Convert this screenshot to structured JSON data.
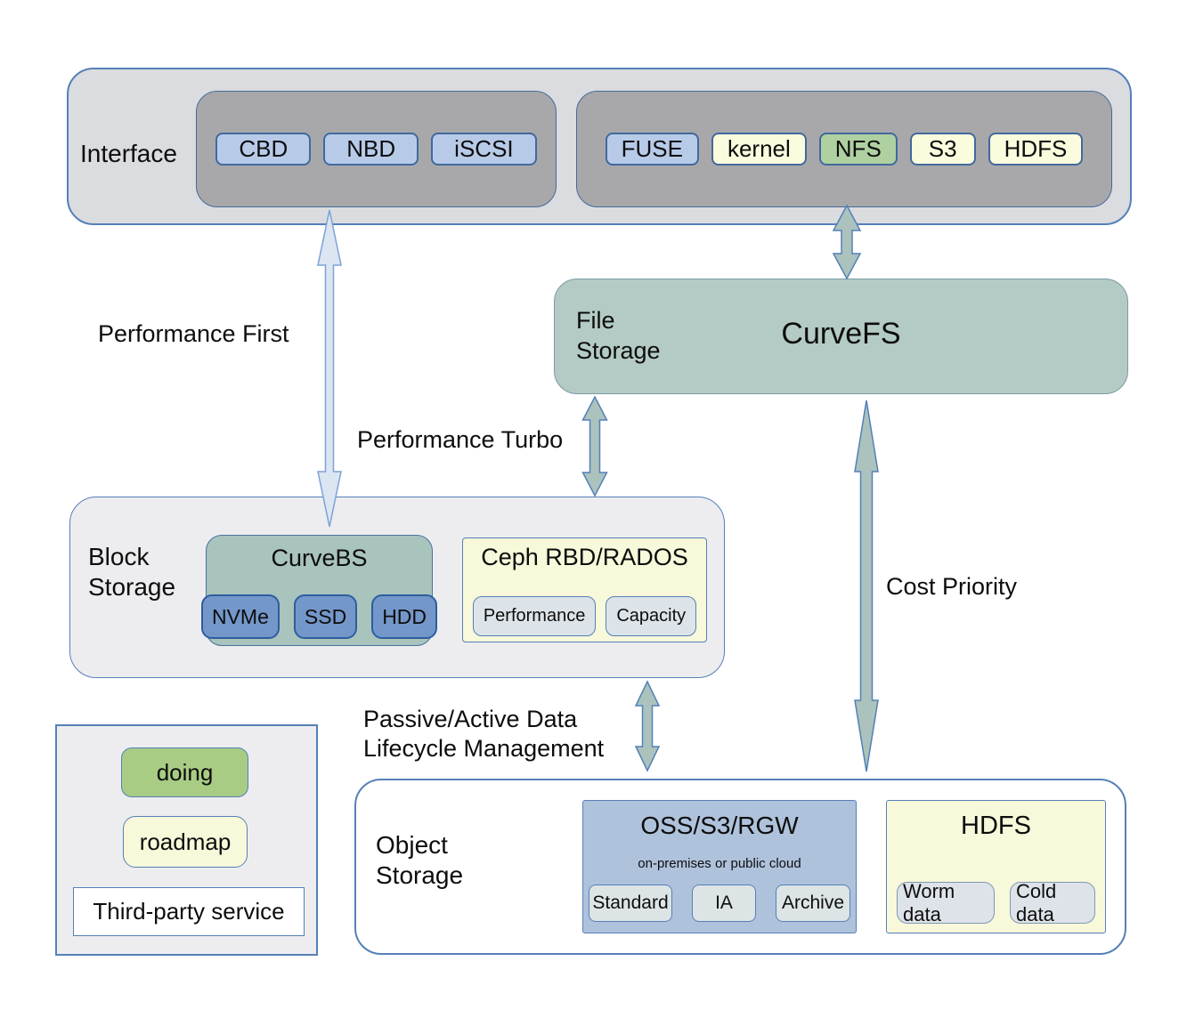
{
  "colors": {
    "doing_green": "#a8cc84",
    "roadmap_yellow": "#f8f8da",
    "third_party_white": "#ffffff",
    "curve_teal": "#b4cbc5",
    "interface_chip_blue": "#b7cbe9",
    "disk_chip_blue": "#7497ca",
    "oss_panel_blue": "#afc2dc",
    "arrow_green": "#abc2bd",
    "arrow_light_blue": "#dce5f2",
    "panel_border_blue": "#5580b8"
  },
  "interface": {
    "label": "Interface",
    "block_chips": [
      "CBD",
      "NBD",
      "iSCSI"
    ],
    "file_chips": [
      "FUSE",
      "kernel",
      "NFS",
      "S3",
      "HDFS"
    ]
  },
  "file_storage": {
    "label_line1": "File",
    "label_line2": "Storage",
    "title": "CurveFS"
  },
  "block_storage": {
    "label_line1": "Block",
    "label_line2": "Storage",
    "curvebs": {
      "title": "CurveBS",
      "chips": [
        "NVMe",
        "SSD",
        "HDD"
      ]
    },
    "ceph": {
      "title": "Ceph RBD/RADOS",
      "chips": [
        "Performance",
        "Capacity"
      ]
    }
  },
  "object_storage": {
    "label_line1": "Object",
    "label_line2": "Storage",
    "oss": {
      "title": "OSS/S3/RGW",
      "subtitle": "on-premises or public cloud",
      "chips": [
        "Standard",
        "IA",
        "Archive"
      ]
    },
    "hdfs": {
      "title": "HDFS",
      "chips": [
        "Worm data",
        "Cold data"
      ]
    }
  },
  "edges": {
    "performance_first": "Performance First",
    "performance_turbo": "Performance Turbo",
    "cost_priority": "Cost Priority",
    "lifecycle_line1": "Passive/Active Data",
    "lifecycle_line2": "Lifecycle Management"
  },
  "legend": {
    "doing": "doing",
    "roadmap": "roadmap",
    "third_party": "Third-party service"
  }
}
